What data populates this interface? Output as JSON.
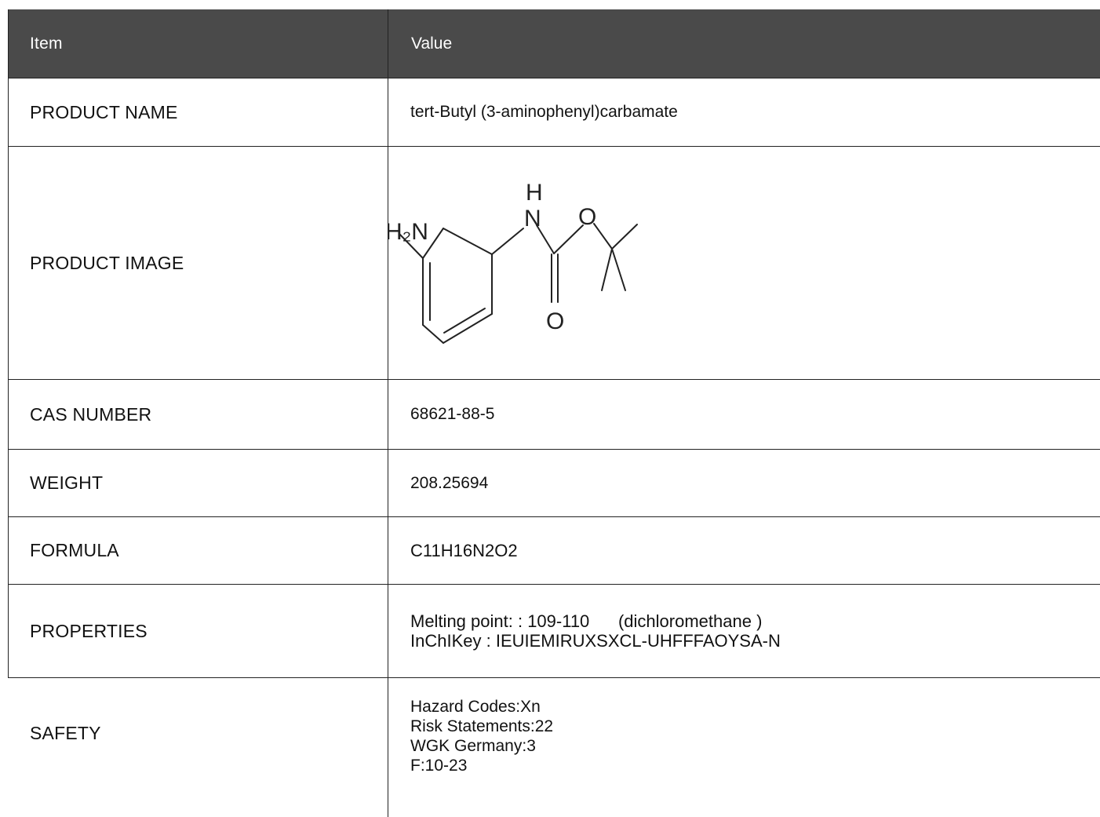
{
  "table": {
    "header": {
      "item": "Item",
      "value": "Value"
    },
    "rows": {
      "name": {
        "label": "PRODUCT NAME",
        "value": "tert-Butyl (3-aminophenyl)carbamate"
      },
      "image": {
        "label": "PRODUCT IMAGE",
        "atoms": {
          "amine": "H₂N",
          "nh_n": "N",
          "nh_h": "H",
          "ester_o": "O",
          "carbonyl_o": "O"
        }
      },
      "cas": {
        "label": "CAS NUMBER",
        "value": "68621-88-5"
      },
      "weight": {
        "label": "WEIGHT",
        "value": "208.25694"
      },
      "formula": {
        "label": "FORMULA",
        "value": "C11H16N2O2"
      },
      "properties": {
        "label": "PROPERTIES",
        "lines": [
          "Melting point: : 109-110      (dichloromethane )",
          "InChIKey : IEUIEMIRUXSXCL-UHFFFAOYSA-N"
        ]
      },
      "safety": {
        "label": "SAFETY",
        "lines": [
          "Hazard Codes:Xn",
          "Risk Statements:22",
          "WGK Germany:3",
          "F:10-23"
        ]
      }
    }
  },
  "colors": {
    "header_bg": "#4a4a4a",
    "header_text": "#ffffff",
    "border": "#222222"
  }
}
